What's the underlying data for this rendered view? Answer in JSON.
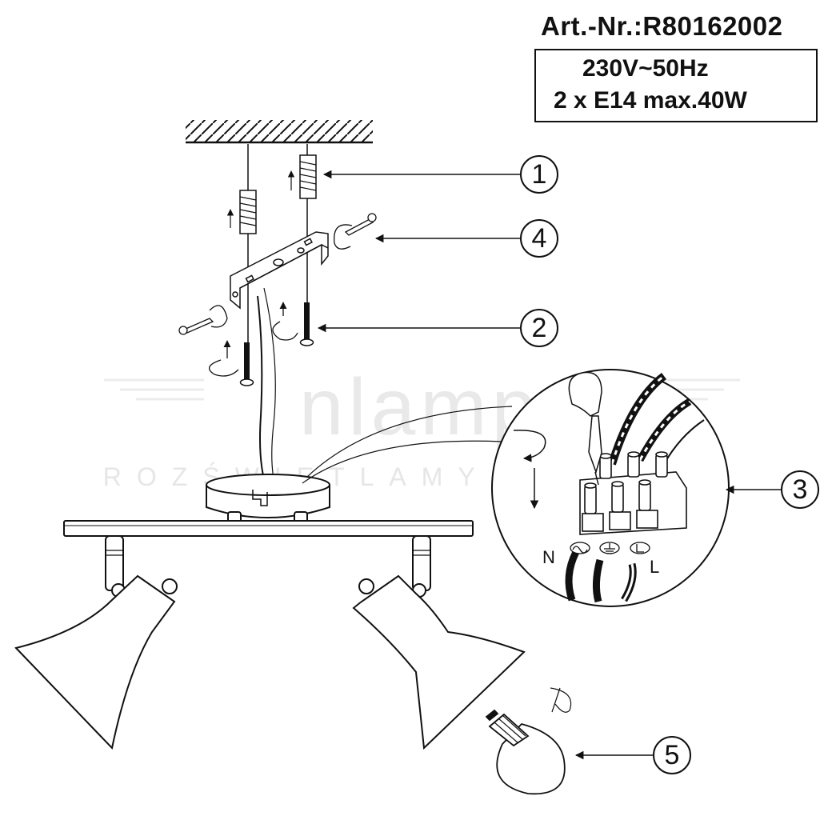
{
  "header": {
    "article_number": "Art.-Nr.:R80162002",
    "voltage": "230V~50Hz",
    "bulbs": "2 x E14 max.40W"
  },
  "watermark": {
    "brand": "nlamp",
    "slogan": "ROZŚWIETLAMY WNĘTRZA"
  },
  "callouts": [
    {
      "id": "1"
    },
    {
      "id": "2"
    },
    {
      "id": "3"
    },
    {
      "id": "4"
    },
    {
      "id": "5"
    }
  ],
  "wiring": {
    "neutral": "N",
    "live": "L"
  }
}
